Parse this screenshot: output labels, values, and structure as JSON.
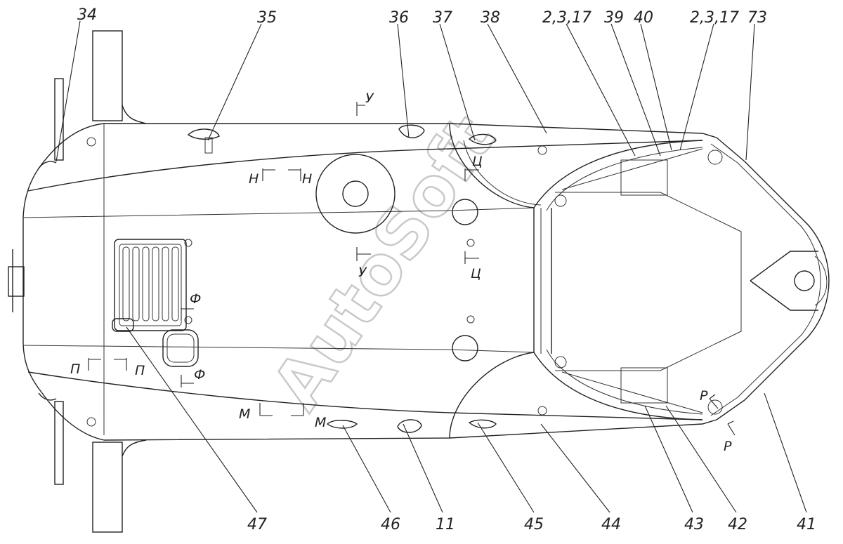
{
  "watermark": "AutoSoft",
  "callouts": {
    "top": [
      "34",
      "35",
      "36",
      "37",
      "38",
      "2,3,17",
      "39",
      "40",
      "2,3,17",
      "73"
    ],
    "bottom": [
      "47",
      "46",
      "11",
      "45",
      "44",
      "43",
      "42",
      "41"
    ]
  },
  "sections": {
    "u": "У",
    "n": "Н",
    "ts": "Ц",
    "f": "Ф",
    "p": "П",
    "m": "М",
    "r": "Р"
  }
}
